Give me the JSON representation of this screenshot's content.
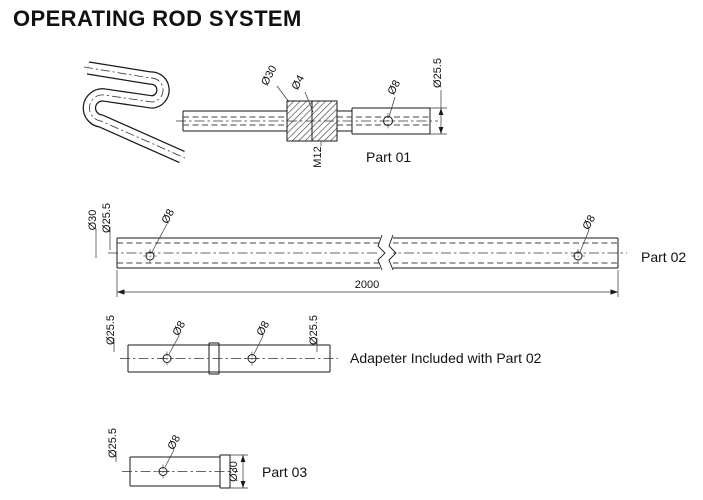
{
  "title": "OPERATING ROD SYSTEM",
  "colors": {
    "ink": "#1a1a1a",
    "background": "#ffffff"
  },
  "part01": {
    "caption": "Part 01",
    "labels": {
      "d30": "Ø30",
      "d4": "Ø4",
      "d8": "Ø8",
      "d25_5": "Ø25.5",
      "m12": "M12"
    }
  },
  "part02": {
    "caption": "Part 02",
    "length": "2000",
    "labels": {
      "d30": "Ø30",
      "d25_5": "Ø25.5",
      "d8_left": "Ø8",
      "d8_right": "Ø8"
    }
  },
  "adapter": {
    "caption": "Adapeter Included with Part 02",
    "labels": {
      "d25_5_left": "Ø25.5",
      "d8_left": "Ø8",
      "d8_right": "Ø8",
      "d25_5_right": "Ø25.5"
    }
  },
  "part03": {
    "caption": "Part 03",
    "labels": {
      "d25_5": "Ø25.5",
      "d8": "Ø8",
      "d30": "Ø30"
    }
  }
}
